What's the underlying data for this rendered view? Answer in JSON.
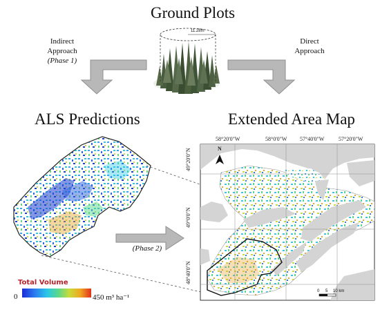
{
  "titles": {
    "ground_plots": "Ground Plots",
    "als_predictions": "ALS Predictions",
    "extended_area_map": "Extended Area Map"
  },
  "approaches": {
    "indirect_line1": "Indirect",
    "indirect_line2": "Approach",
    "indirect_phase": "(Phase 1)",
    "direct_line1": "Direct",
    "direct_line2": "Approach",
    "phase2": "(Phase 2)"
  },
  "plot_radius_label": "11.28m",
  "legend": {
    "title": "Total Volume",
    "min_label": "0",
    "max_label": "450 m³ ha⁻¹",
    "colors": [
      "#1b2bd6",
      "#2c7bf0",
      "#29c7e8",
      "#58d88c",
      "#c8dc3a",
      "#f0a822",
      "#e1311c"
    ]
  },
  "map": {
    "north_label": "N",
    "lon_labels": [
      "58°20'0\"W",
      "58°0'0\"W",
      "57°40'0\"W",
      "57°20'0\"W"
    ],
    "lat_labels": [
      "49°20'0\"N",
      "49°0'0\"N",
      "48°40'0\"N"
    ],
    "scale_labels": [
      "0",
      "5",
      "10 km"
    ]
  }
}
